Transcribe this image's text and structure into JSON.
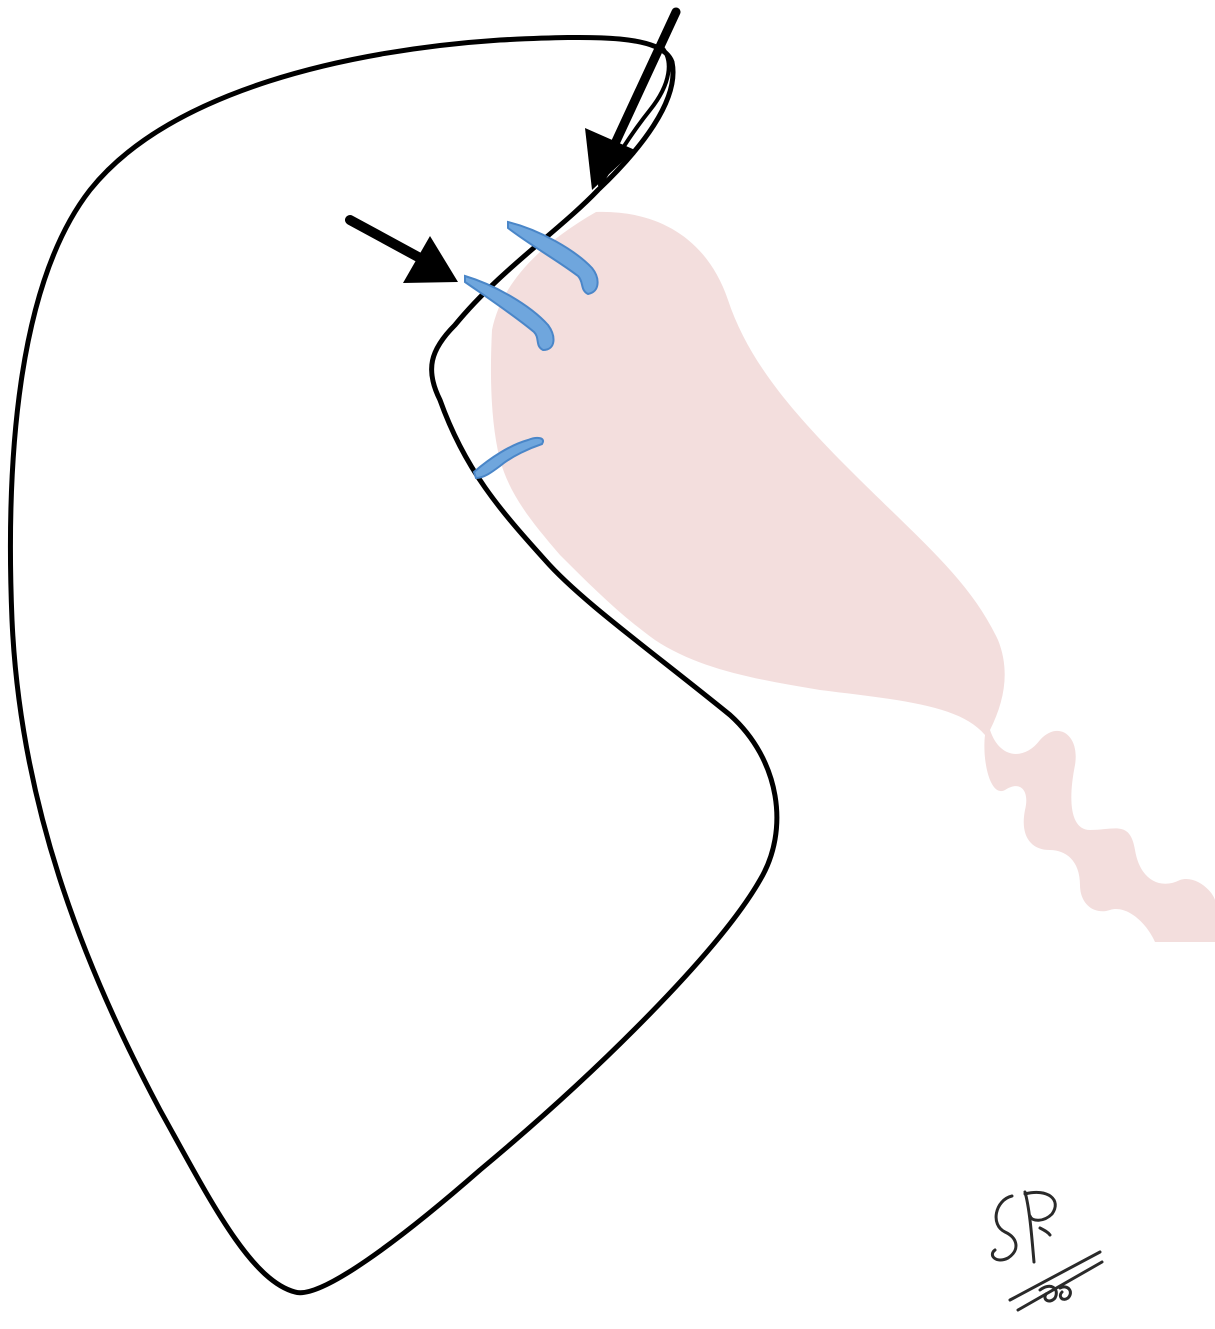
{
  "diagram": {
    "colors": {
      "background": "#ffffff",
      "outline": "#000000",
      "tissue": "#f3dedd",
      "sutures": "#5b9bd5",
      "arrows": "#000000",
      "signature": "#2a2a2a"
    },
    "arrows": [
      {
        "name": "arrow-upper-right",
        "icon": "arrow-down-left-icon"
      },
      {
        "name": "arrow-left",
        "icon": "arrow-down-right-icon"
      }
    ],
    "sutures": [
      {
        "name": "suture-upper"
      },
      {
        "name": "suture-middle"
      },
      {
        "name": "suture-lower"
      }
    ],
    "signature": {
      "type": "handwritten-signature"
    }
  }
}
